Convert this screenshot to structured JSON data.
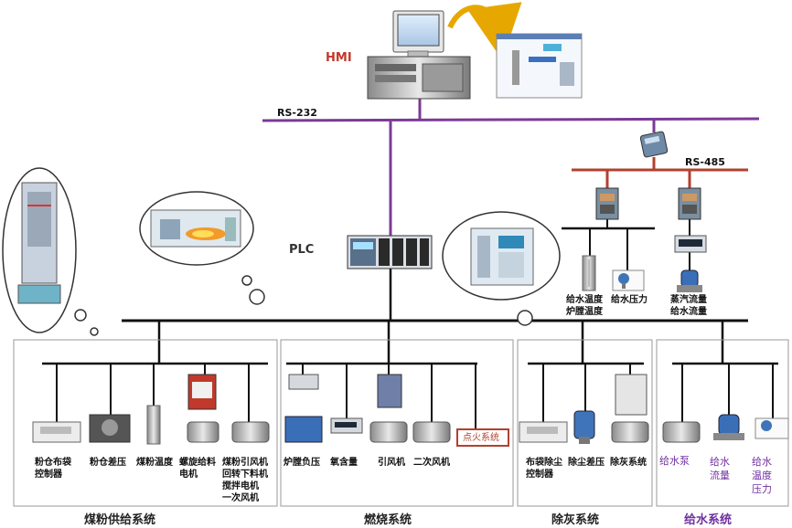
{
  "hmi": {
    "label": "HMI"
  },
  "buses": {
    "rs232": "RS-232",
    "rs485": "RS-485",
    "plc": "PLC"
  },
  "top_devices": {
    "water_temp": "给水温度",
    "furnace_temp": "炉膛温度",
    "water_pressure": "给水压力",
    "steam_flow": "蒸汽流量",
    "water_flow": "给水流量"
  },
  "coal_system": {
    "title": "煤粉供给系统",
    "items": {
      "bag_controller": [
        "粉仓布袋",
        "控制器"
      ],
      "bin_pressure": "粉仓差压",
      "coal_temp": "煤粉温度",
      "screw_motor": [
        "螺旋给料",
        "电机"
      ],
      "fan_group": [
        "煤粉引风机",
        "回转下料机",
        "搅拌电机",
        "一次风机"
      ]
    }
  },
  "combustion_system": {
    "title": "燃烧系统",
    "items": {
      "furnace_pressure": "炉膛负压",
      "oxygen": "氧含量",
      "induced_fan": "引风机",
      "secondary_fan": "二次风机",
      "ignition": "点火系统"
    }
  },
  "ash_system": {
    "title": "除灰系统",
    "items": {
      "bag_dust": [
        "布袋除尘",
        "控制器"
      ],
      "dust_pressure": "除尘差压",
      "ash_system": "除灰系统"
    }
  },
  "water_system": {
    "title": "给水系统",
    "items": {
      "pump": "给水泵",
      "flow": [
        "给水",
        "流量"
      ],
      "temp_pressure": [
        "给水",
        "温度",
        "压力"
      ]
    }
  },
  "colors": {
    "rs232": "#7b3a96",
    "rs485": "#b24030",
    "title_purple": "#7030a0",
    "hmi_red": "#c0392b"
  }
}
